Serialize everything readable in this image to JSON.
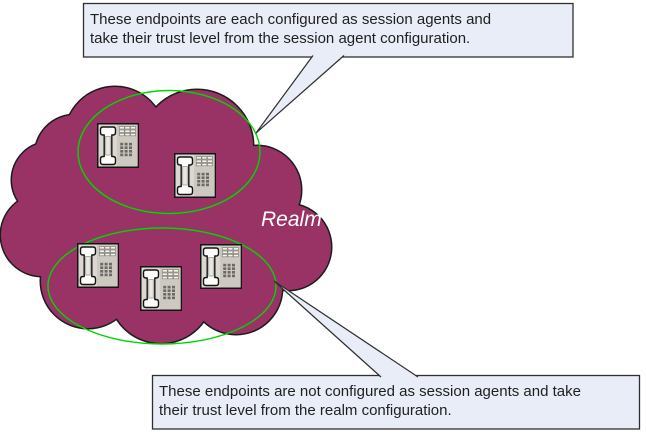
{
  "diagram_title": "Realm endpoint trust-level diagram",
  "cloud": {
    "label": "Realm",
    "fill": "#993366",
    "outline": "#1c1c1c"
  },
  "groups": {
    "session_agents": {
      "phone_count": 2
    },
    "realm_endpoints": {
      "phone_count": 3
    }
  },
  "icons": {
    "phone": "desk-phone"
  },
  "callouts": {
    "top": {
      "line1": "These endpoints are each configured as session agents and",
      "line2": "take their trust level from the session agent configuration."
    },
    "bottom": {
      "line1": "These endpoints are not configured as session agents and take",
      "line2": "their trust level from the realm configuration."
    }
  },
  "colors": {
    "group_ellipse": "#00d600",
    "callout_bg": "#e8edf7",
    "callout_border": "#2f2f2f",
    "realm_label": "#ffffff",
    "text": "#1f1f1f"
  }
}
